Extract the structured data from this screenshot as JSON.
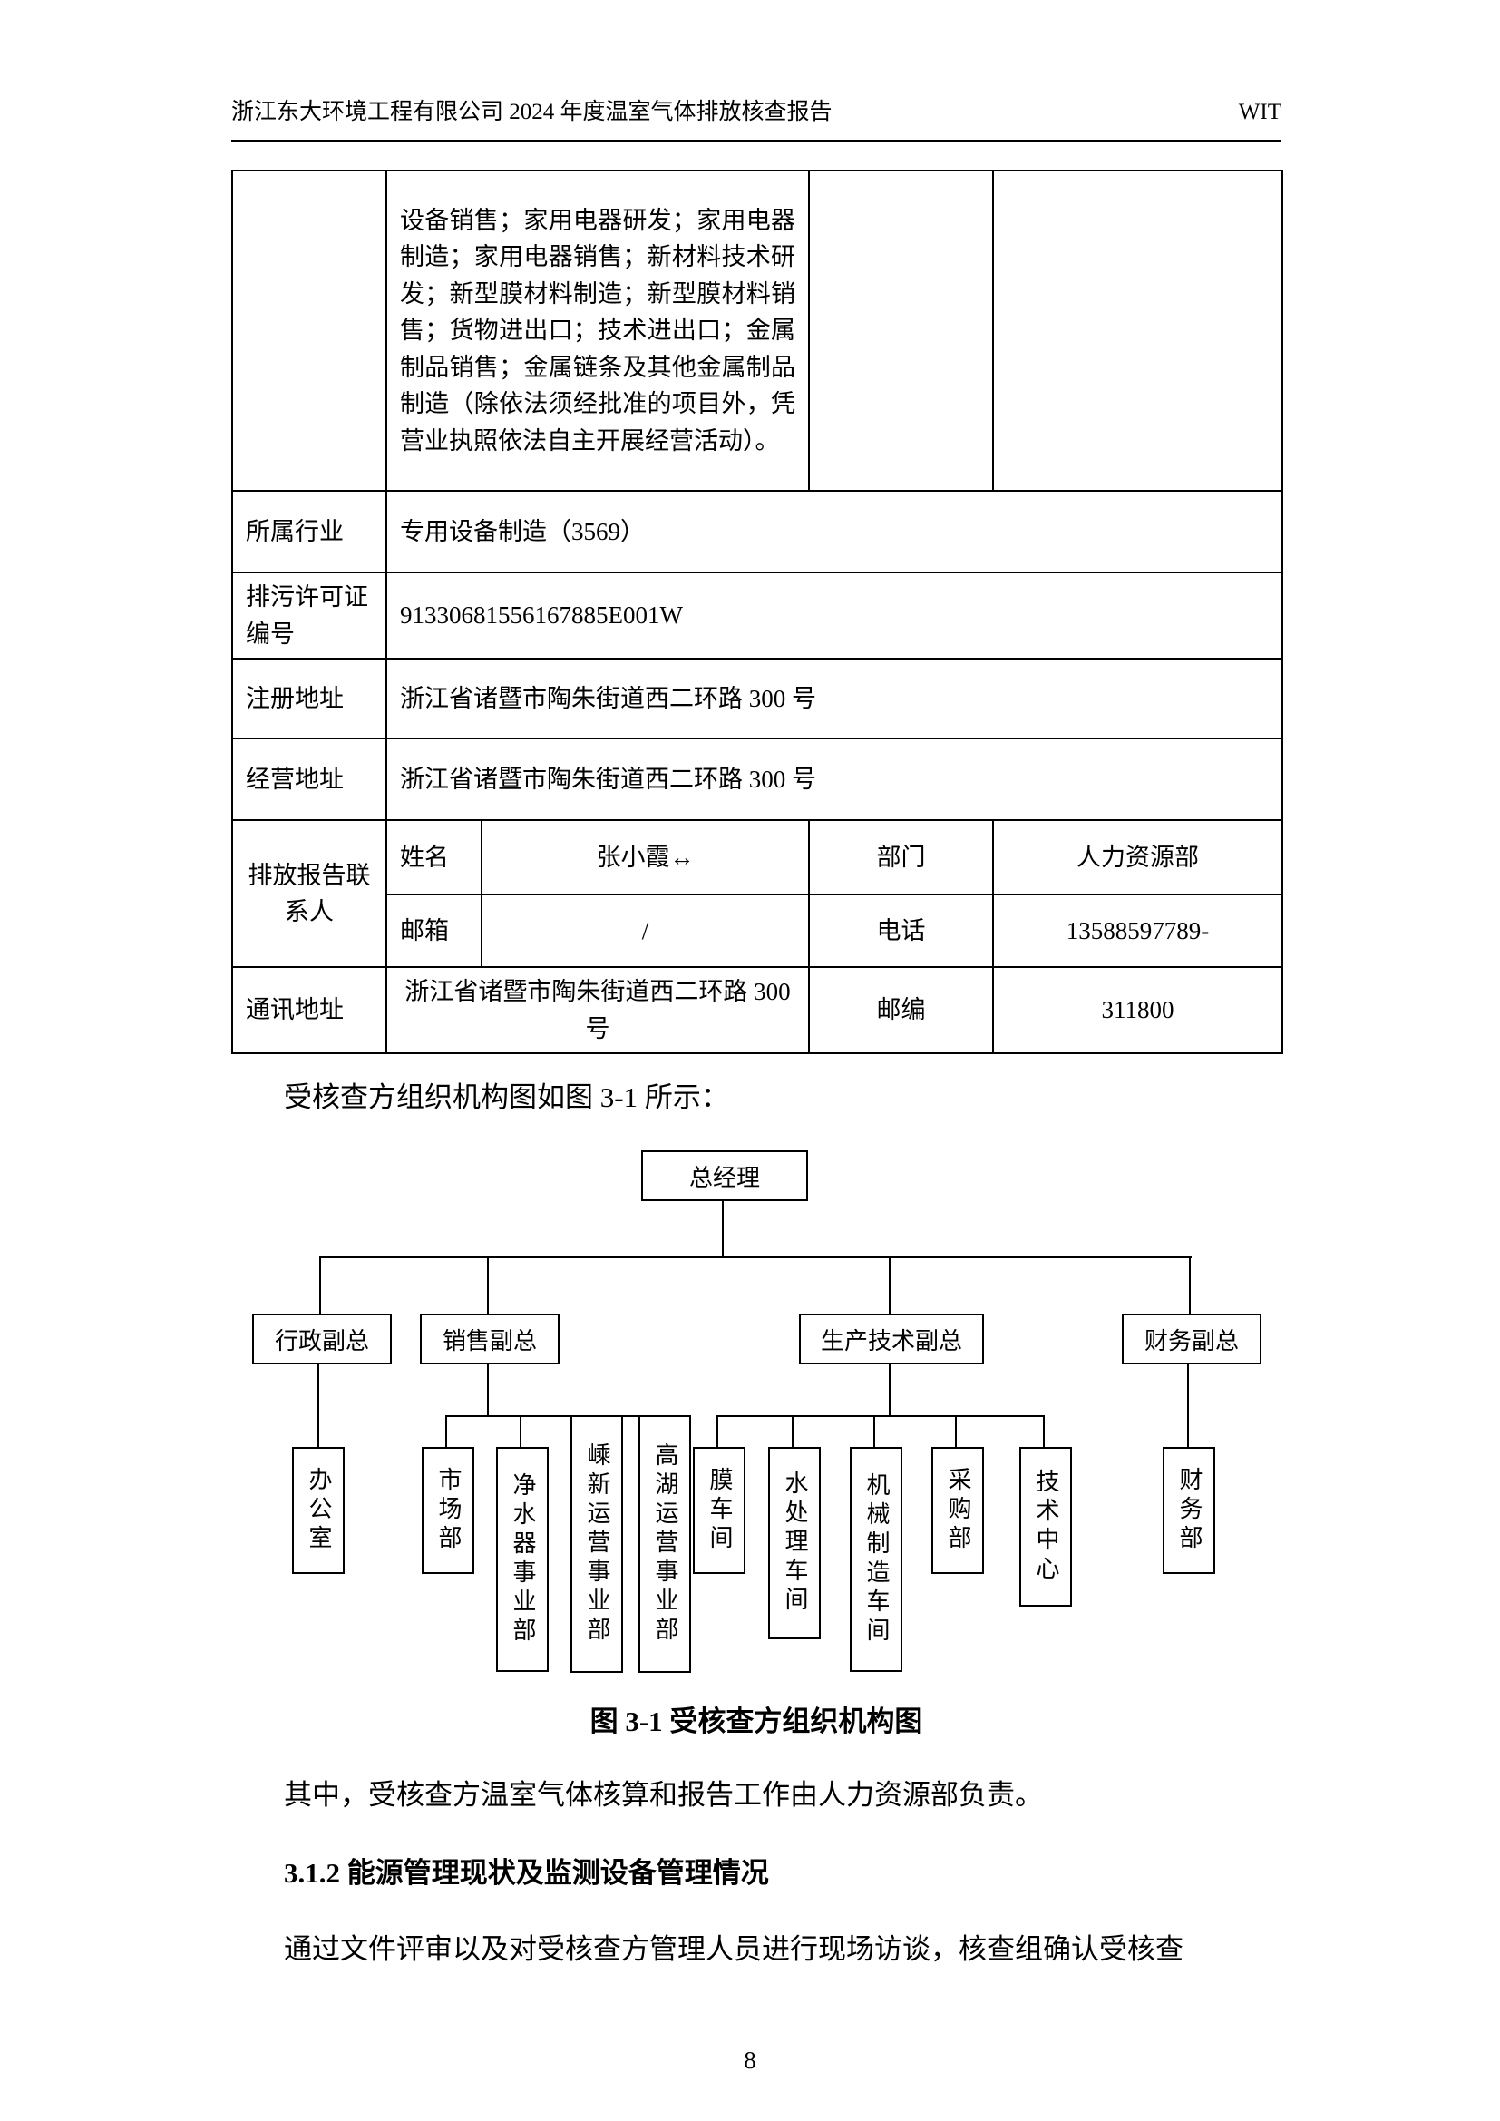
{
  "page": {
    "header_left": "浙江东大环境工程有限公司 2024 年度温室气体排放核查报告",
    "header_right": "WIT",
    "page_number": "8"
  },
  "table": {
    "business_scope": "设备销售；家用电器研发；家用电器制造；家用电器销售；新材料技术研发；新型膜材料制造；新型膜材料销售；货物进出口；技术进出口；金属制品销售；金属链条及其他金属制品制造（除依法须经批准的项目外，凭营业执照依法自主开展经营活动）。",
    "industry": {
      "label": "所属行业",
      "value": "专用设备制造（3569）"
    },
    "permit": {
      "label": "排污许可证编号",
      "value": "91330681556167885E001W"
    },
    "registered_address": {
      "label": "注册地址",
      "value": "浙江省诸暨市陶朱街道西二环路 300 号"
    },
    "business_address": {
      "label": "经营地址",
      "value": "浙江省诸暨市陶朱街道西二环路 300 号"
    },
    "contact": {
      "label": "排放报告联系人",
      "name_label": "姓名",
      "name": "张小霞↔",
      "dept_label": "部门",
      "dept": "人力资源部",
      "email_label": "邮箱",
      "email": "/",
      "phone_label": "电话",
      "phone": "13588597789-"
    },
    "mailing": {
      "label": "通讯地址",
      "value": "浙江省诸暨市陶朱街道西二环路 300 号",
      "zip_label": "邮编",
      "zip": "311800"
    }
  },
  "paragraphs": {
    "org_intro": "受核查方组织机构图如图 3-1 所示：",
    "responsibility": "其中，受核查方温室气体核算和报告工作由人力资源部负责。",
    "section_heading": "3.1.2 能源管理现状及监测设备管理情况",
    "body": "通过文件评审以及对受核查方管理人员进行现场访谈，核查组确认受核查"
  },
  "orgchart": {
    "caption": "图 3-1 受核查方组织机构图",
    "root": "总经理",
    "level2": [
      "行政副总",
      "销售副总",
      "生产技术副总",
      "财务副总"
    ],
    "level3": [
      "办公室",
      "市场部",
      "净水器事业部",
      "嵊新运营事业部",
      "高湖运营事业部",
      "膜车间",
      "水处理车间",
      "机械制造车间",
      "采购部",
      "技术中心",
      "财务部"
    ]
  },
  "colors": {
    "text": "#000000",
    "border": "#000000",
    "background": "#ffffff"
  }
}
